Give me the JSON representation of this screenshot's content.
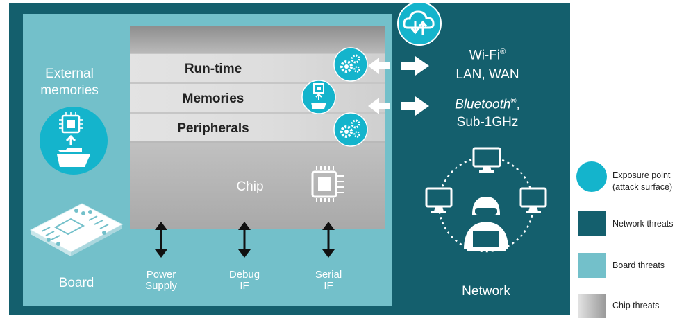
{
  "board_section": {
    "external_memories_label": "External\nmemories",
    "board_label": "Board"
  },
  "chip_section": {
    "layers": [
      "Run-time",
      "Memories",
      "Peripherals"
    ],
    "chip_label": "Chip"
  },
  "interfaces": [
    "Power\nSupply",
    "Debug\nIF",
    "Serial\nIF"
  ],
  "connectivity": {
    "wifi_label": "Wi-Fi",
    "wifi_mark": "®",
    "wifi_sub": "LAN, WAN",
    "bluetooth_label": "Bluetooth",
    "bluetooth_mark": "®",
    "bluetooth_suffix": ",",
    "bluetooth_sub": "Sub-1GHz"
  },
  "network_label": "Network",
  "legend": [
    {
      "label": "Exposure point\n(attack surface)",
      "color": "#14b4cc"
    },
    {
      "label": "Network threats",
      "color": "#145f6d"
    },
    {
      "label": "Board threats",
      "color": "#73c0ca"
    },
    {
      "label": "Chip threats",
      "color": "#a9a9a9"
    }
  ],
  "colors": {
    "network": "#145f6d",
    "board": "#73c0ca",
    "exposure": "#14b4cc"
  }
}
